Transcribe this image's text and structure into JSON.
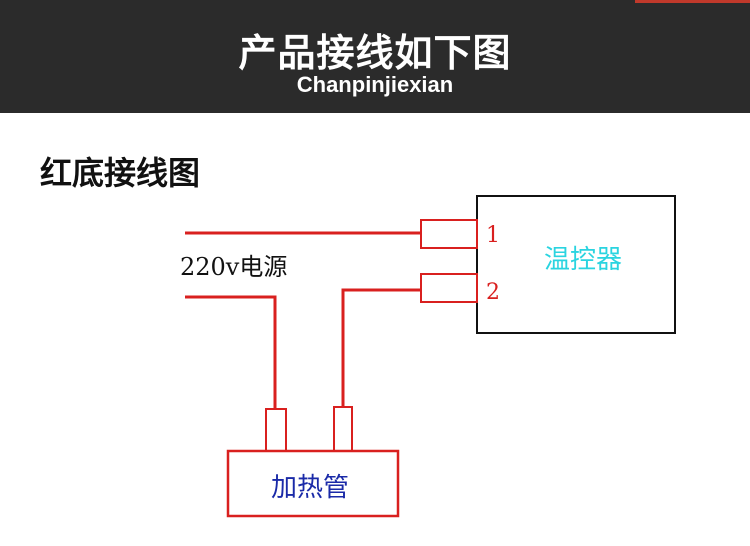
{
  "header": {
    "title": "产品接线如下图",
    "subtitle": "Chanpinjiexian"
  },
  "section": {
    "title": "红底接线图"
  },
  "diagram": {
    "power_label": "220v电源",
    "controller_label": "温控器",
    "terminal_1": "1",
    "terminal_2": "2",
    "heater_label": "加热管",
    "colors": {
      "wire": "#d9201f",
      "controller_text": "#2ad4e0",
      "heater_text": "#1a2aa8",
      "box_border": "#111111",
      "header_bg": "#2b2b2b"
    }
  }
}
